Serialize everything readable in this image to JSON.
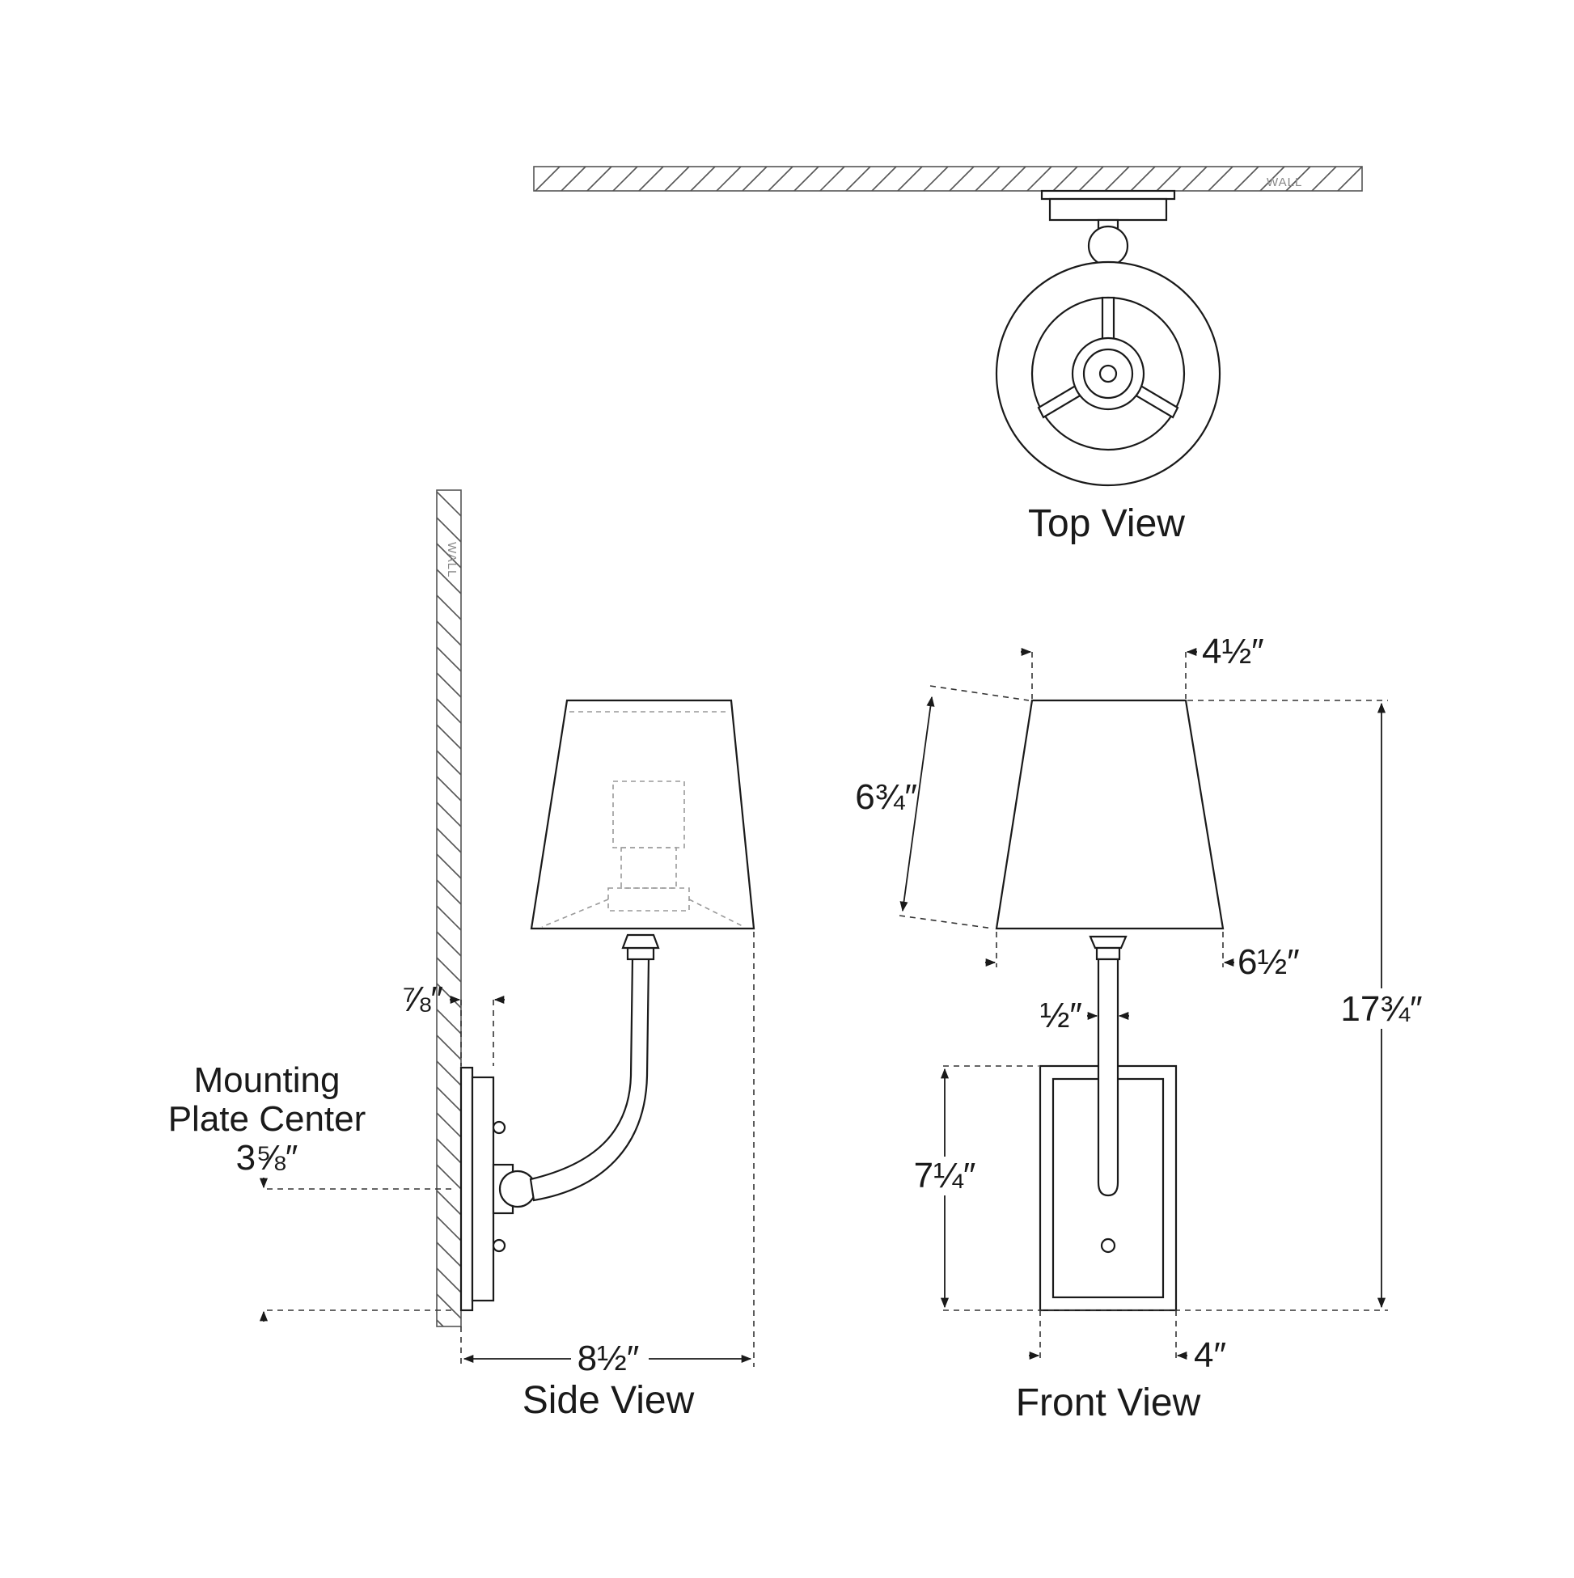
{
  "views": {
    "top": {
      "title": "Top View"
    },
    "side": {
      "title": "Side View"
    },
    "front": {
      "title": "Front View"
    }
  },
  "wall": {
    "label": "WALL"
  },
  "mounting_plate": {
    "line1": "Mounting",
    "line2": "Plate Center",
    "value": "3⅝″"
  },
  "dimensions": {
    "side_extension": "8½″",
    "plate_depth": "⅞″",
    "shade_top_diameter": "4½″",
    "shade_height": "6¾″",
    "shade_bottom_diameter": "6½″",
    "arm_width": "½″",
    "overall_height": "17¾″",
    "backplate_height": "7¼″",
    "backplate_width": "4″"
  }
}
